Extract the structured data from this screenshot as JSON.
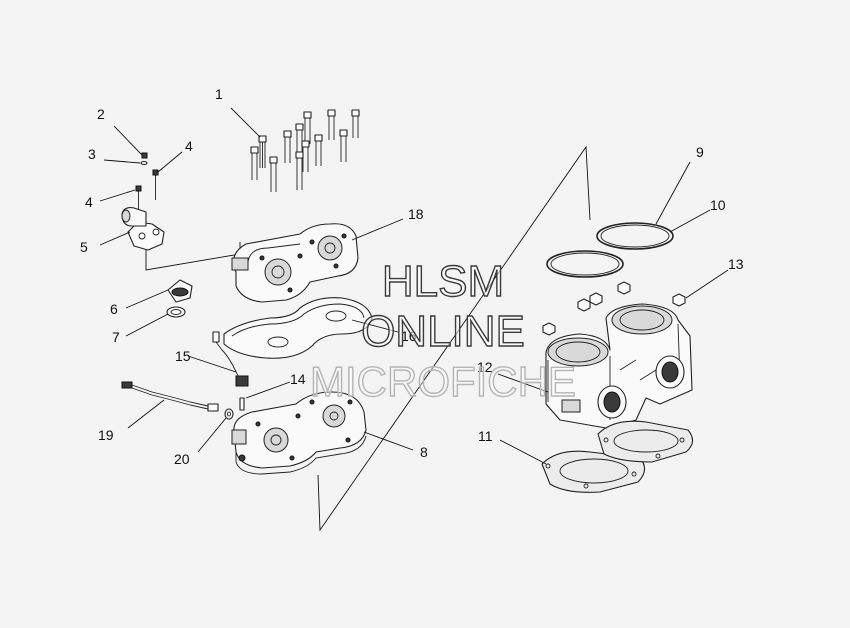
{
  "watermark": {
    "line1": "HLSM",
    "line2": "ONLINE",
    "line3": "MICROFICHE"
  },
  "callouts": {
    "c1": "1",
    "c2": "2",
    "c3": "3",
    "c4a": "4",
    "c4b": "4",
    "c5": "5",
    "c6": "6",
    "c7": "7",
    "c8": "8",
    "c9": "9",
    "c10": "10",
    "c11": "11",
    "c12": "12",
    "c13": "13",
    "c14": "14",
    "c15": "15",
    "c16": "16",
    "c18": "18",
    "c19": "19",
    "c20": "20"
  }
}
